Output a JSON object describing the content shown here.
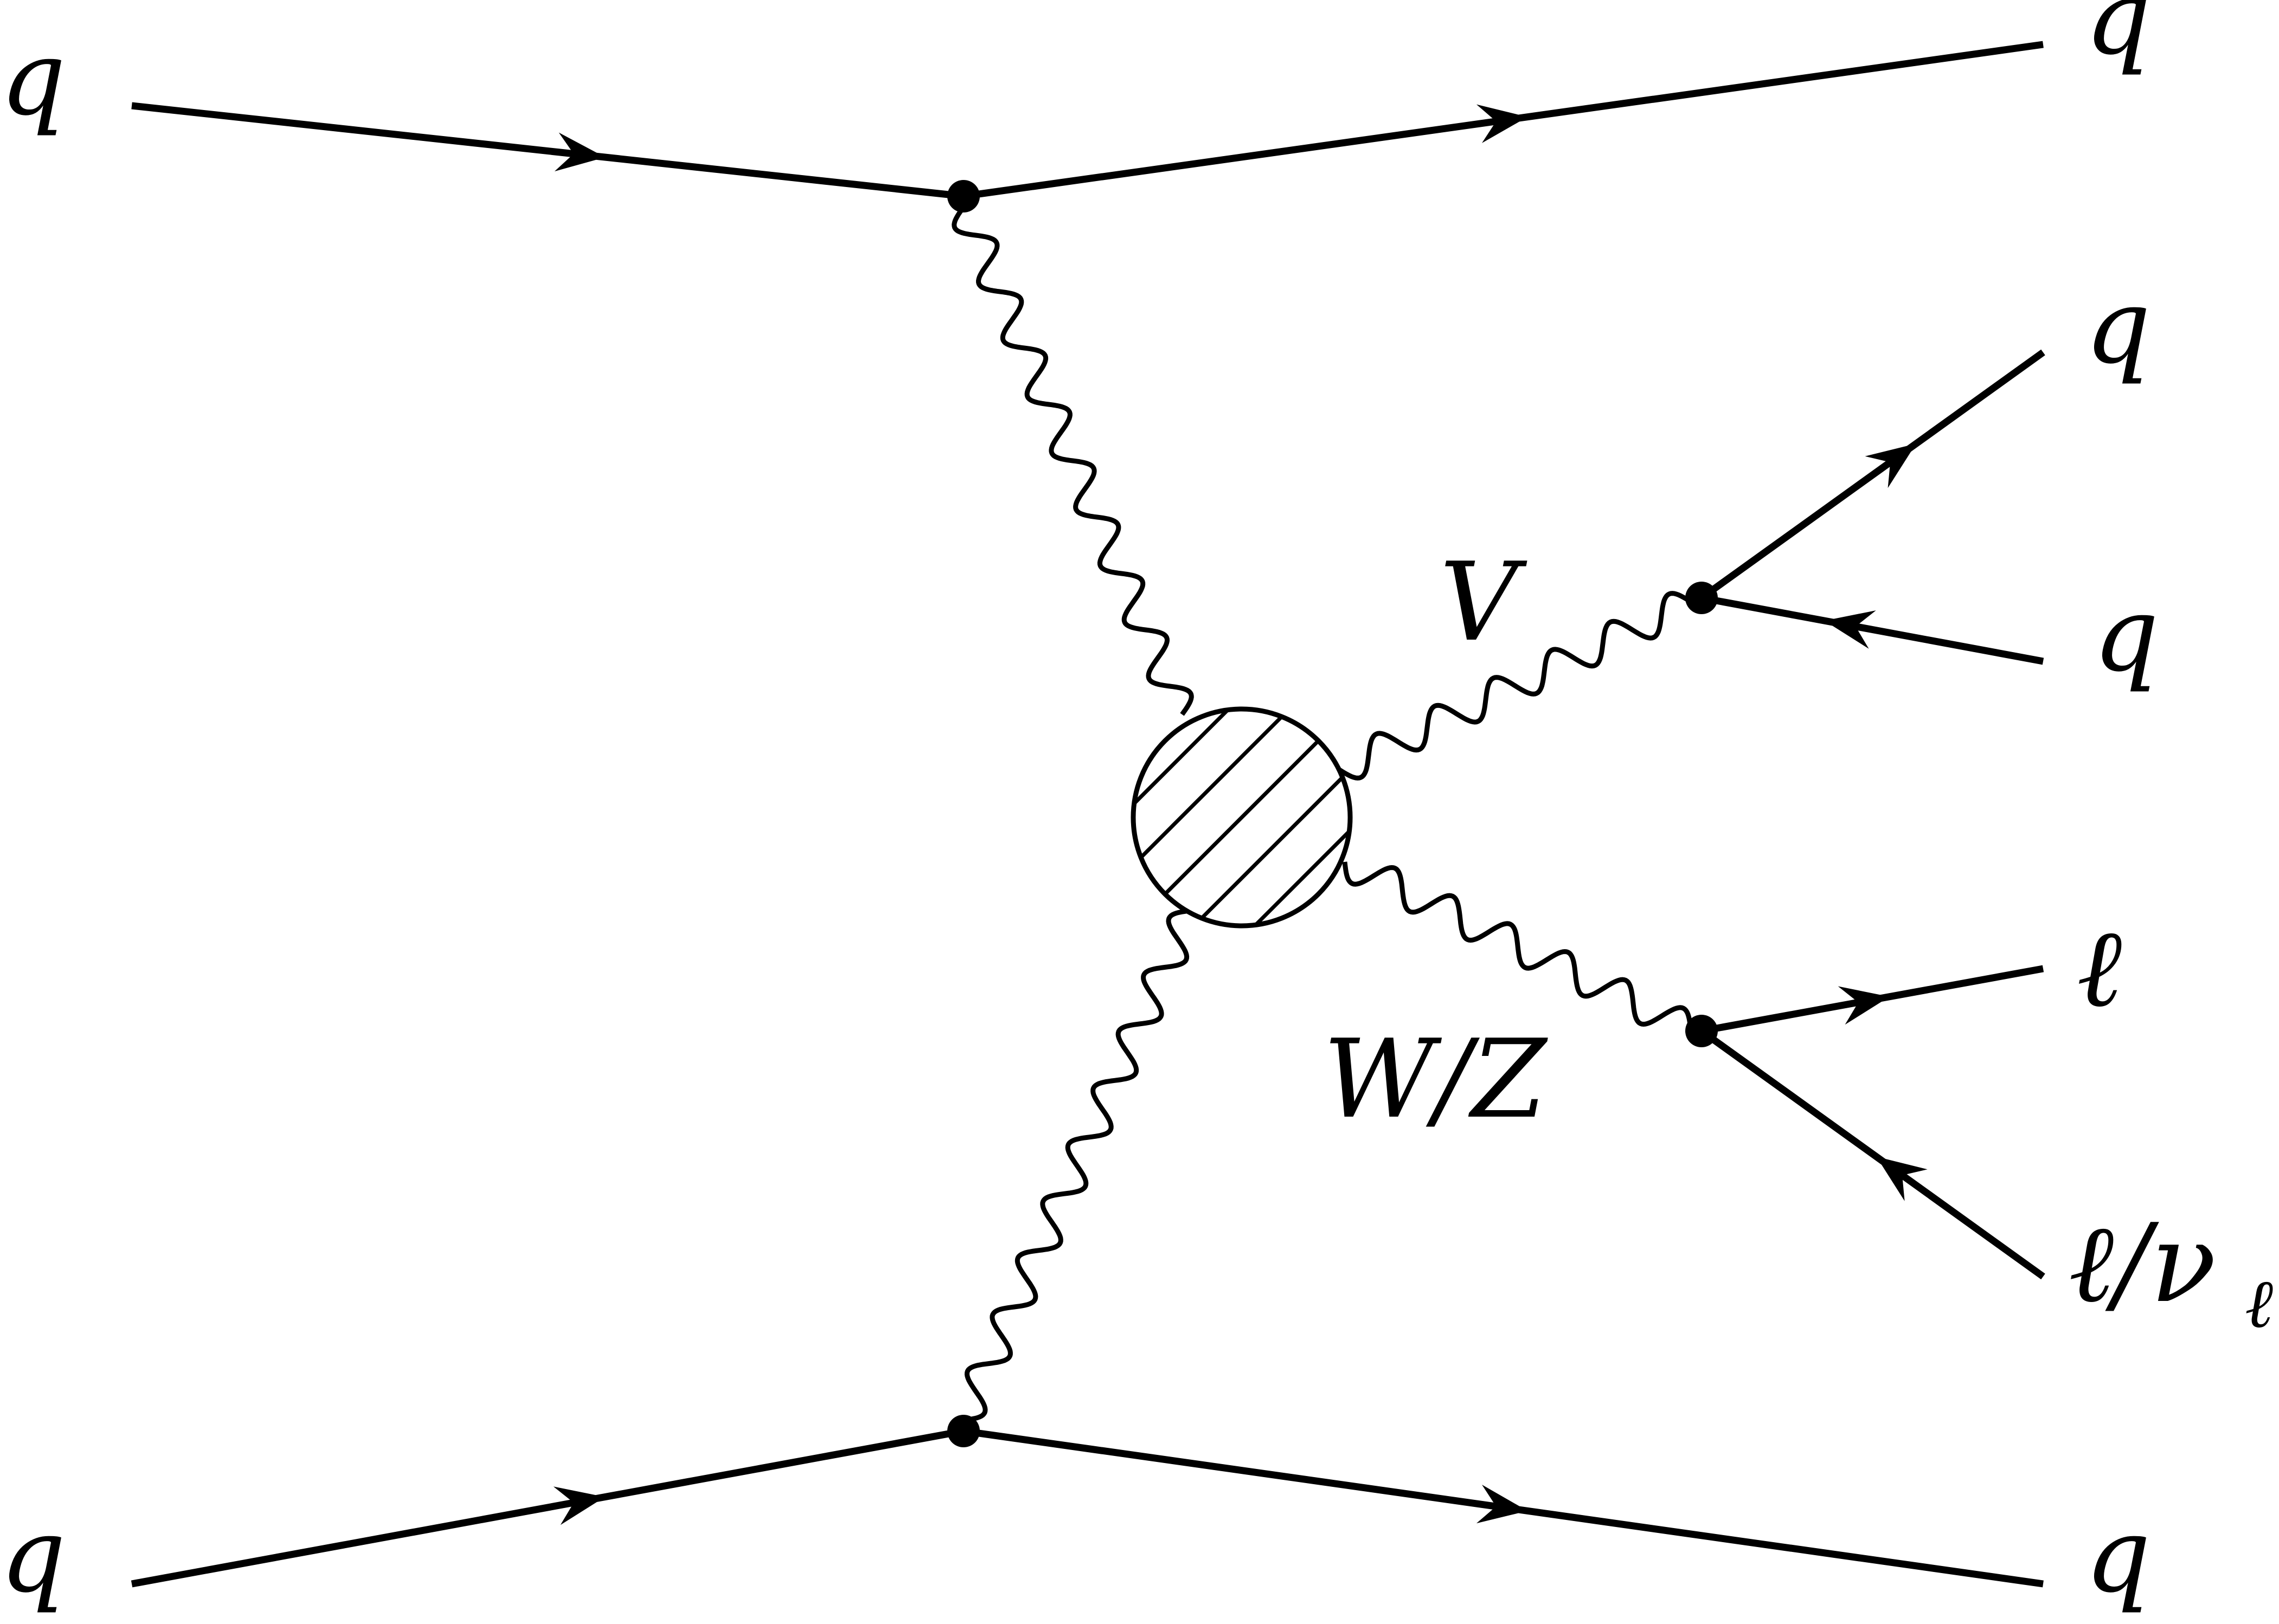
{
  "diagram": {
    "labels": {
      "q_in_top": "q",
      "q_in_bottom": "q",
      "q_out_top": "q",
      "q_out_bottom": "q",
      "q_decay_1": "q",
      "q_decay_2": "q",
      "boson_v": "V",
      "boson_wz": "W/Z",
      "lepton": "ℓ",
      "lepton_or_neutrino": "ℓ/ν",
      "neutrino_subscript": "ℓ"
    },
    "colors": {
      "ink": "#000000",
      "background": "#ffffff"
    }
  }
}
